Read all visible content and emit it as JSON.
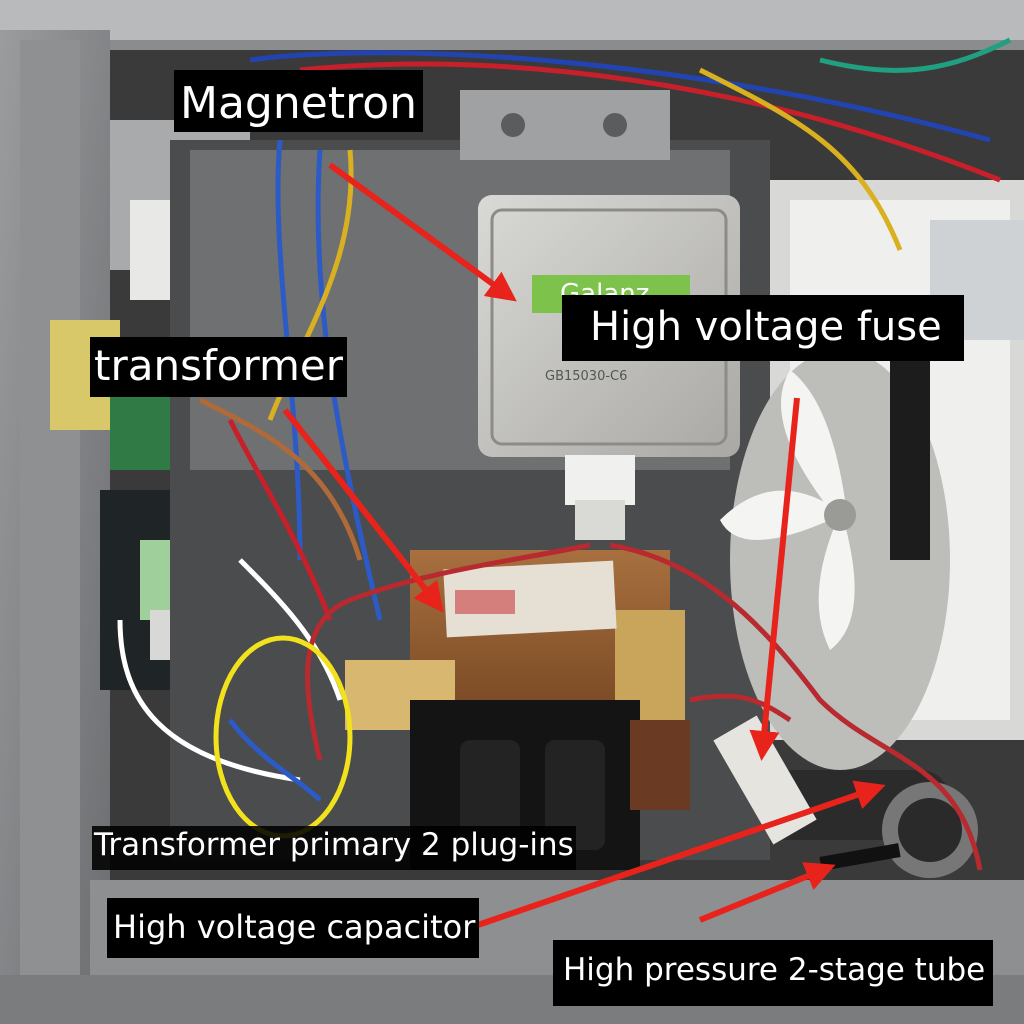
{
  "labels": {
    "magnetron": "Magnetron",
    "high_voltage_fuse": "High voltage fuse",
    "transformer": "transformer",
    "transformer_primary": "Transformer primary 2 plug-ins",
    "high_voltage_capacitor": "High voltage capacitor",
    "high_pressure_tube": "High pressure 2-stage tube"
  },
  "component_markings": {
    "magnetron_brand": "Galanz",
    "magnetron_model": "GB15030-C6"
  },
  "colors": {
    "arrow": "#e8231c",
    "highlight_ellipse": "#f2e21c",
    "label_background": "#000000",
    "label_text": "#ffffff"
  }
}
